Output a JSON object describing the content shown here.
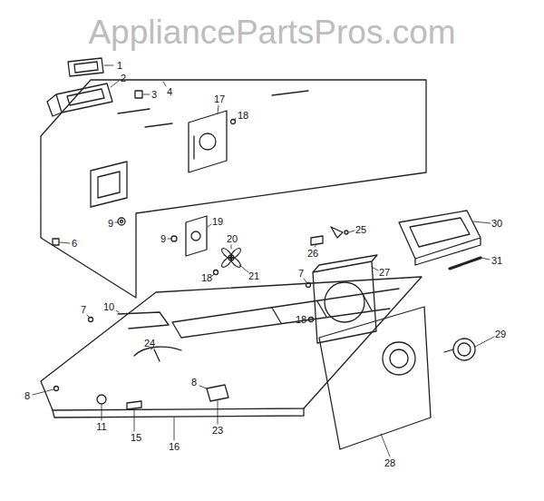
{
  "diagram": {
    "labels": [
      "AppliancePartsPros.com",
      "1",
      "2",
      "3",
      "4",
      "17",
      "18",
      "6",
      "9",
      "9",
      "19",
      "20",
      "18",
      "21",
      "25",
      "26",
      "27",
      "7",
      "18",
      "30",
      "31",
      "7",
      "10",
      "24",
      "8",
      "8",
      "23",
      "11",
      "15",
      "16",
      "28",
      "29"
    ]
  }
}
